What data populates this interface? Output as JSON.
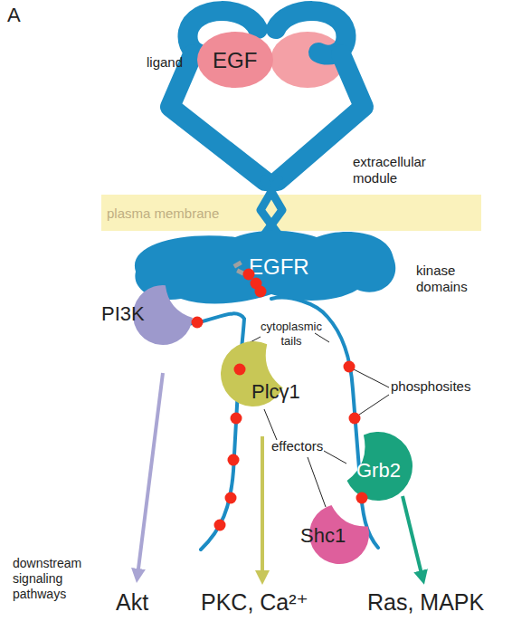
{
  "diagram": {
    "nodes": [
      {
        "text": [
          "EGF"
        ]
      },
      {
        "text": [
          "plasma membrane"
        ]
      },
      {
        "text": [
          "EGFR"
        ]
      },
      {
        "text": [
          "PI3K"
        ]
      },
      {
        "text": [
          "Plcγ1"
        ]
      },
      {
        "text": [
          "Grb2"
        ]
      },
      {
        "text": [
          "Shc1"
        ]
      }
    ],
    "labels": [
      "A",
      "ligand",
      "extracellular module",
      "kinase domains",
      "cytoplasmic tails",
      "phosphosites",
      "effectors",
      "downstream signaling pathways",
      "Akt",
      "PKC, Ca²⁺",
      "Ras, MAPK"
    ]
  }
}
